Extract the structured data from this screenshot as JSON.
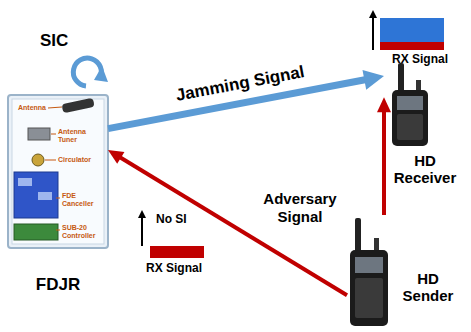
{
  "diagram": {
    "nodes": [
      {
        "text": [
          "FDJR"
        ]
      },
      {
        "text": [
          "HD Receiver"
        ]
      },
      {
        "text": [
          "HD Sender"
        ]
      }
    ],
    "edges": [
      {
        "from": 0,
        "to": 1,
        "arrow": "to",
        "label": "Jamming Signal"
      },
      {
        "from": 2,
        "to": 1,
        "arrow": "to",
        "label": "Adversary Signal"
      },
      {
        "from": 2,
        "to": 0,
        "arrow": "to"
      }
    ],
    "labels": [
      "SIC",
      "Antenna",
      "Antenna Tuner",
      "Circulator",
      "FDE Canceller",
      "SUB-20 Controller",
      "RX Signal",
      "No SI",
      "RX Signal"
    ]
  }
}
